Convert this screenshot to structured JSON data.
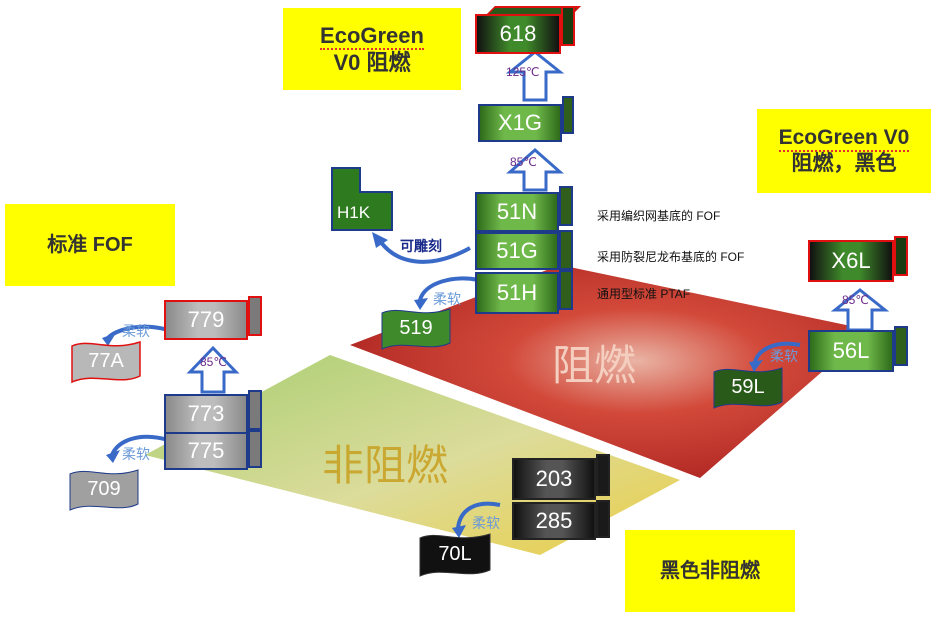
{
  "notes": {
    "ecogreen_v0": {
      "line1": "EcoGreen",
      "line2": "V0 阻燃"
    },
    "ecogreen_v0_black": {
      "line1": "EcoGreen V0",
      "line2": "阻燃，黑色"
    },
    "standard_fof": "标准 FOF",
    "black_non_fr": "黑色非阻燃"
  },
  "zones": {
    "flame_retardant": "阻燃",
    "non_flame_retardant": "非阻燃"
  },
  "products": {
    "p618": "618",
    "x1g": "X1G",
    "h1k": "H1K",
    "n51": "51N",
    "g51": "51G",
    "h51": "51H",
    "p519": "519",
    "x6l": "X6L",
    "l56": "56L",
    "l59": "59L",
    "p779": "779",
    "p77a": "77A",
    "p773": "773",
    "p775": "775",
    "p709": "709",
    "p203": "203",
    "p285": "285",
    "l70": "70L"
  },
  "labels": {
    "temp125": "125℃",
    "temp85_a": "85℃",
    "temp85_b": "85℃",
    "temp85_c": "85℃",
    "engravable": "可雕刻",
    "soft_519": "柔软",
    "soft_59l": "柔软",
    "soft_77a": "柔软",
    "soft_709": "柔软",
    "soft_70l": "柔软"
  },
  "descriptions": {
    "n51": "采用编织网基底的 FOF",
    "g51": "采用防裂尼龙布基底的 FOF",
    "h51": "通用型标准 PTAF"
  },
  "colors": {
    "note_yellow": "#ffff00",
    "fr_red": "#c0201a",
    "nfr_green": "#a8c860",
    "nfr_yellow": "#e8d020"
  }
}
